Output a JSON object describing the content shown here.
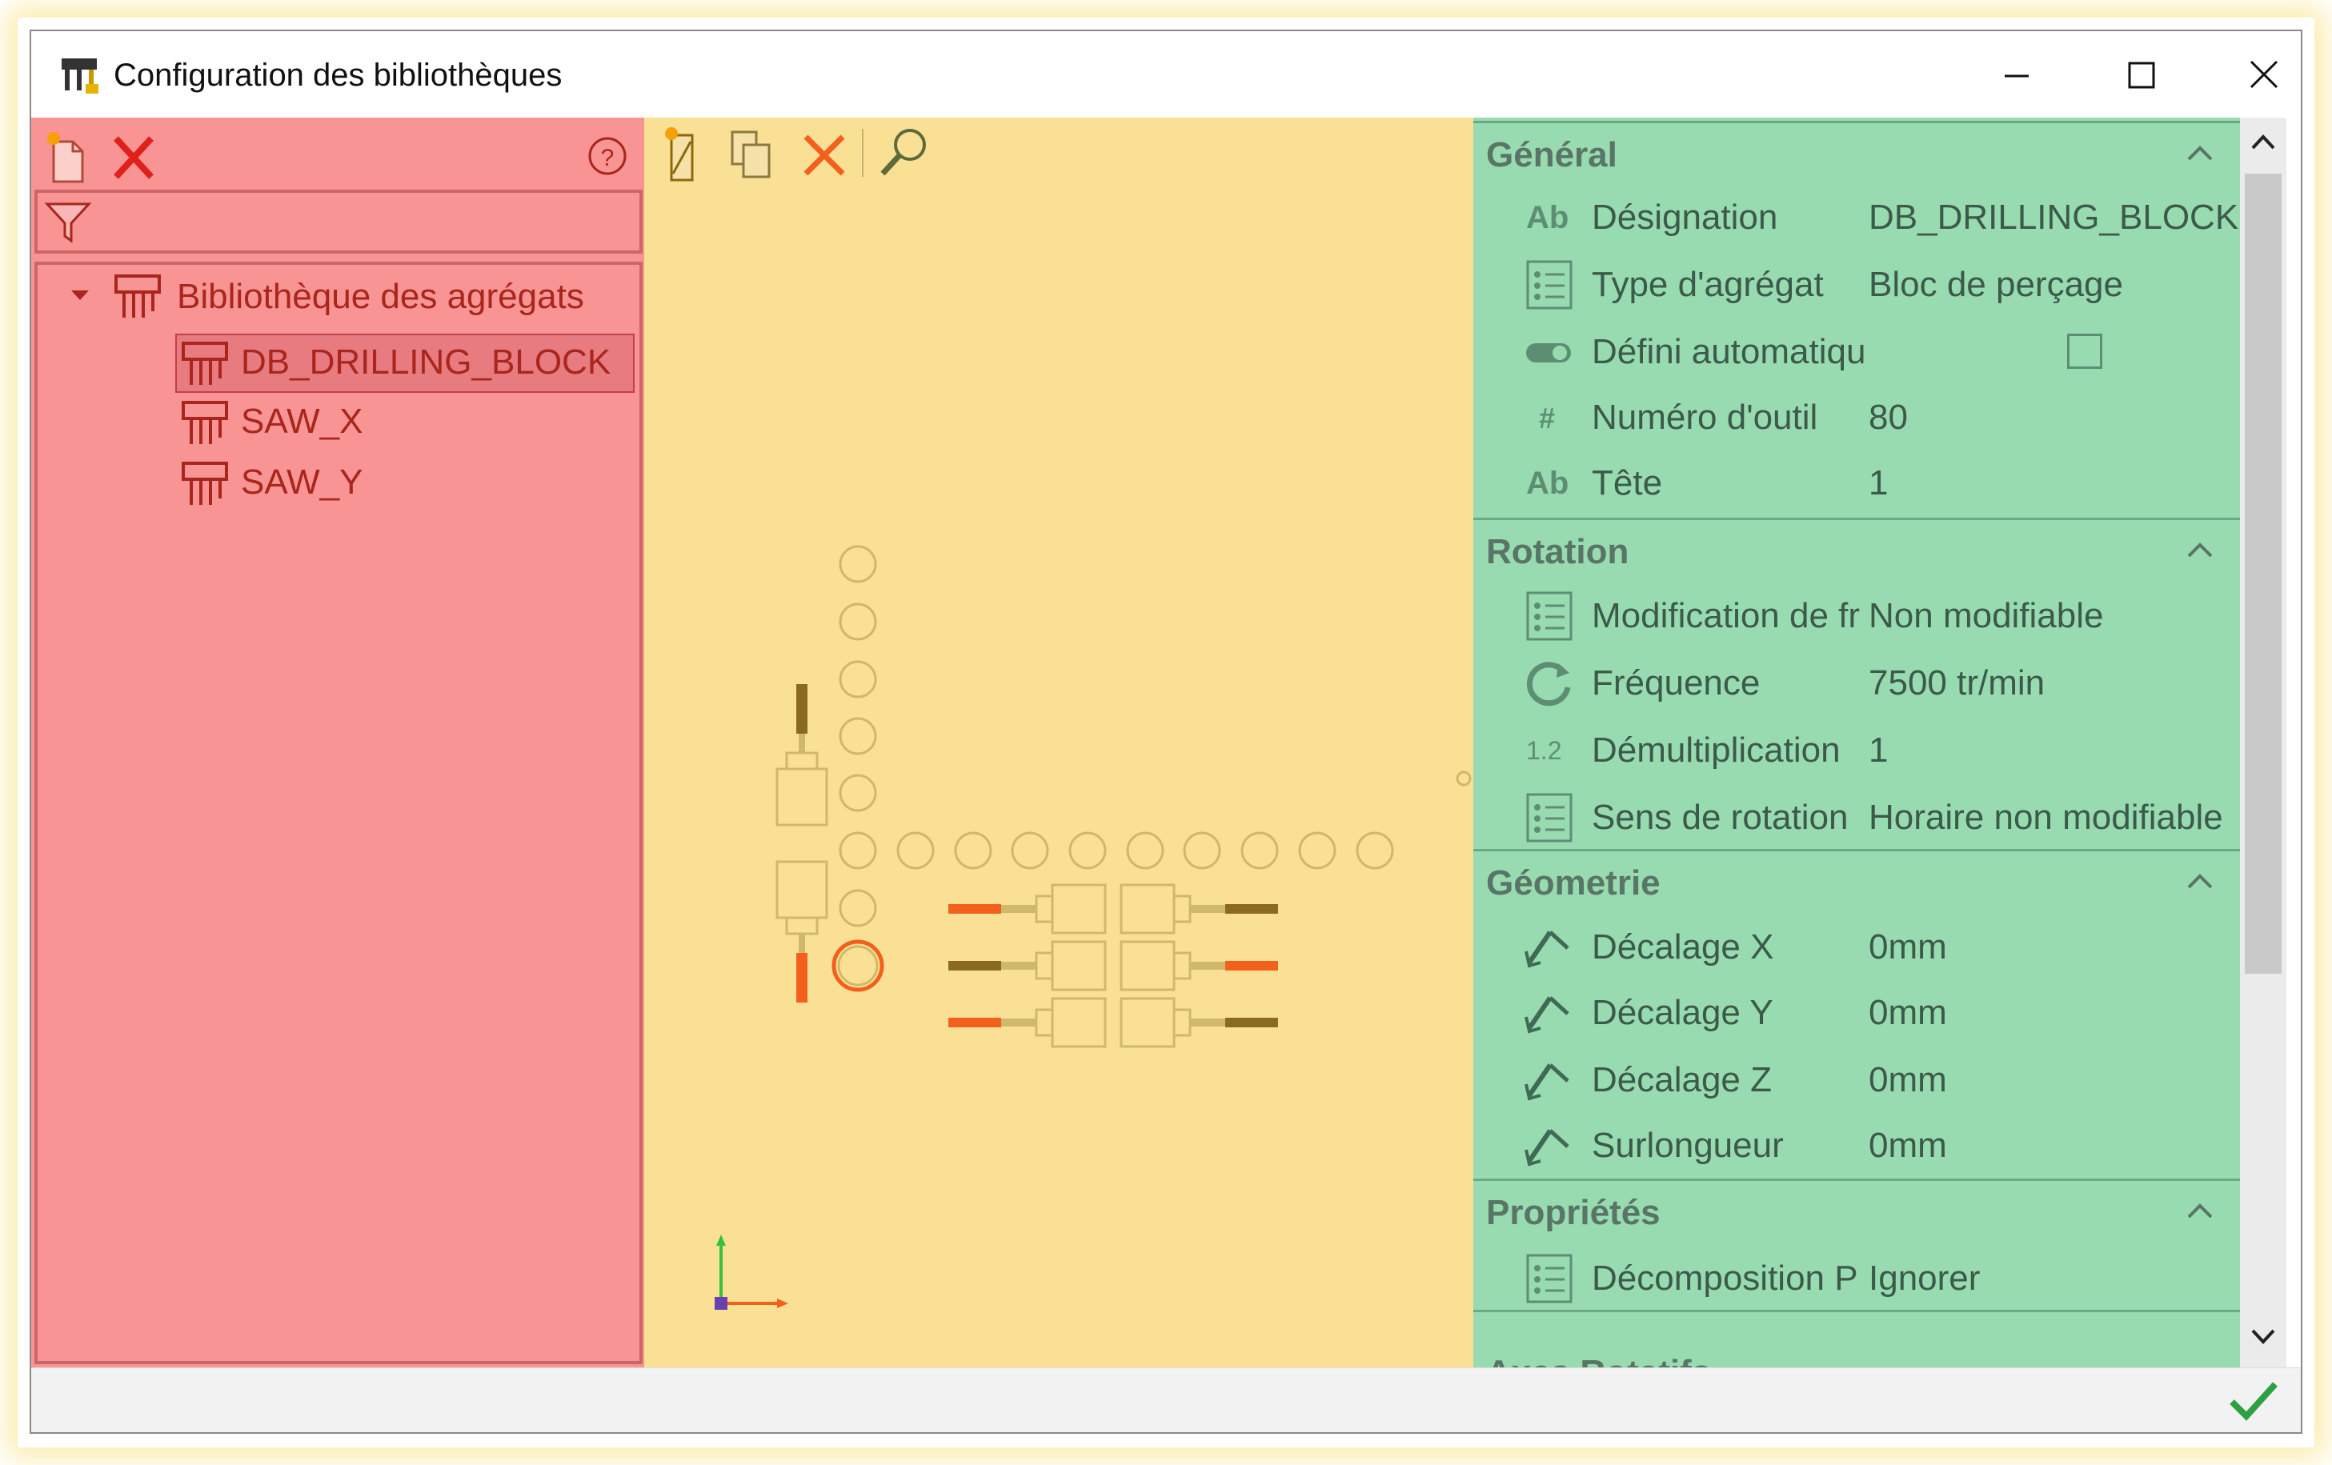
{
  "window": {
    "title": "Configuration des bibliothèques"
  },
  "left_panel": {
    "tree": {
      "root": "Bibliothèque des agrégats",
      "items": [
        "DB_DRILLING_BLOCK",
        "SAW_X",
        "SAW_Y"
      ],
      "selected": "DB_DRILLING_BLOCK"
    }
  },
  "properties": {
    "general": {
      "title": "Général",
      "rows": [
        {
          "icon": "text-ab-icon",
          "label": "Désignation",
          "value": "DB_DRILLING_BLOCK"
        },
        {
          "icon": "list-icon",
          "label": "Type d'agrégat",
          "value": "Bloc de perçage"
        },
        {
          "icon": "toggle-icon",
          "label": "Défini automatiqu",
          "value": ""
        },
        {
          "icon": "hash-icon",
          "label": "Numéro d'outil",
          "value": "80"
        },
        {
          "icon": "text-ab-icon",
          "label": "Tête",
          "value": "1"
        }
      ]
    },
    "rotation": {
      "title": "Rotation",
      "rows": [
        {
          "icon": "list-icon",
          "label": "Modification de fr",
          "value": "Non modifiable"
        },
        {
          "icon": "refresh-icon",
          "label": "Fréquence",
          "value": "7500 tr/min"
        },
        {
          "icon": "decimal-icon",
          "label": "Démultiplication",
          "value": "1"
        },
        {
          "icon": "list-icon",
          "label": "Sens de rotation",
          "value": "Horaire non modifiable"
        }
      ]
    },
    "geometry": {
      "title": "Géometrie",
      "rows": [
        {
          "icon": "offset-icon",
          "label": "Décalage X",
          "value": "0mm"
        },
        {
          "icon": "offset-icon",
          "label": "Décalage Y",
          "value": "0mm"
        },
        {
          "icon": "offset-icon",
          "label": "Décalage Z",
          "value": "0mm"
        },
        {
          "icon": "offset-icon",
          "label": "Surlongueur",
          "value": "0mm"
        }
      ]
    },
    "properties": {
      "title": "Propriétés",
      "rows": [
        {
          "icon": "list-icon",
          "label": "Décomposition P",
          "value": "Ignorer"
        }
      ]
    },
    "axes": {
      "title": "Axes Rotatifs"
    }
  },
  "colors": {
    "left_bg": "#f99495",
    "center_bg": "#fae095",
    "right_bg": "#98dbb0",
    "tree_text": "#a8261c",
    "accent_red": "#f34b1f"
  }
}
